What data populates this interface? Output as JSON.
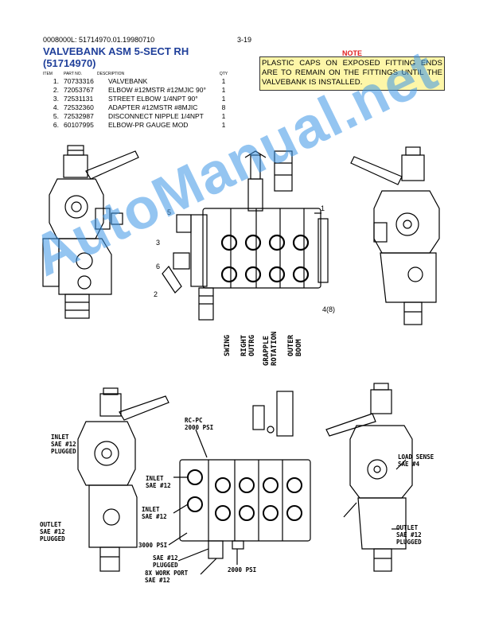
{
  "header": {
    "ref": "0008000L: 51714970.01.19980710",
    "page": "3-19"
  },
  "title": {
    "line1": "VALVEBANK ASM 5-SECT RH",
    "line2": "(51714970)"
  },
  "note": {
    "label": "NOTE",
    "text": "PLASTIC CAPS ON EXPOSED FITTING ENDS ARE TO REMAIN ON THE FITTINGS UNTIL THE VALVEBANK IS INSTALLED."
  },
  "parts": {
    "headers": {
      "item": "ITEM",
      "part": "PART NO.",
      "desc": "DESCRIPTION",
      "qty": "QTY"
    },
    "rows": [
      {
        "item": "1.",
        "part": "70733316",
        "desc": "VALVEBANK",
        "qty": "1"
      },
      {
        "item": "2.",
        "part": "72053767",
        "desc": "ELBOW #12MSTR #12MJIC 90°",
        "qty": "1"
      },
      {
        "item": "3.",
        "part": "72531131",
        "desc": "STREET ELBOW 1/4NPT 90°",
        "qty": "1"
      },
      {
        "item": "4.",
        "part": "72532360",
        "desc": "ADAPTER #12MSTR #8MJIC",
        "qty": "8"
      },
      {
        "item": "5.",
        "part": "72532987",
        "desc": "DISCONNECT NIPPLE 1/4NPT",
        "qty": "1"
      },
      {
        "item": "6.",
        "part": "60107995",
        "desc": "ELBOW-PR GAUGE MOD",
        "qty": "1"
      }
    ]
  },
  "callouts": {
    "c5": "5",
    "c3": "3",
    "c6": "6",
    "c2": "2",
    "c1": "1",
    "c4": "4(8)"
  },
  "sections": {
    "swing": "SWING",
    "right_outrg": "RIGHT\nOUTRG",
    "grapple": "GRAPPLE\nROTATION",
    "outer_boom": "OUTER\nBOOM"
  },
  "labels": {
    "inlet_plugged": "INLET\nSAE #12\nPLUGGED",
    "outlet_plugged_left": "OUTLET\nSAE #12\nPLUGGED",
    "rc_pc": "RC-PC\n2000 PSI",
    "inlet1": "INLET\nSAE #12",
    "inlet2": "INLET\nSAE #12",
    "psi3000": "3000 PSI",
    "sae_plugged": "SAE #12\nPLUGGED",
    "work_port": "8X WORK PORT\nSAE #12",
    "psi2000": "2000 PSI",
    "load_sense": "LOAD SENSE\nSAE #4",
    "outlet_plugged_right": "OUTLET\nSAE #12\nPLUGGED"
  },
  "watermark": "AutoManual.net"
}
